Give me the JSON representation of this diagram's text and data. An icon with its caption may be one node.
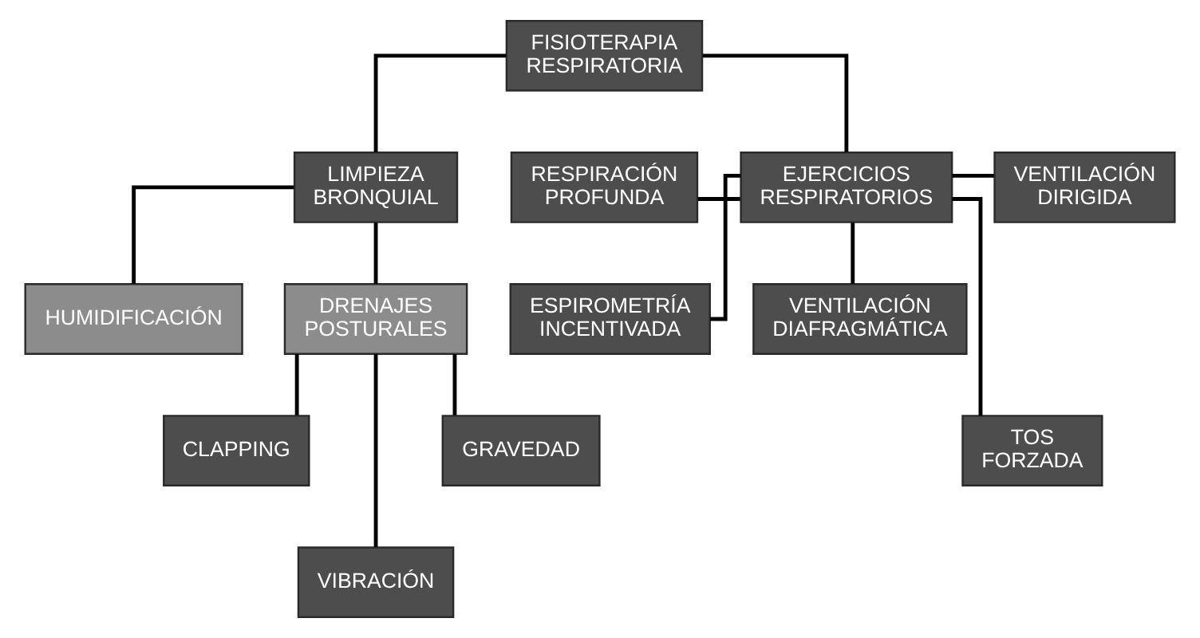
{
  "diagram": {
    "nodes": [
      {
        "text": [
          "FISIOTERAPIA RESPIRATORIA"
        ]
      },
      {
        "text": [
          "RESPIRACIÓN PROFUNDA"
        ]
      },
      {
        "text": [
          "EJERCICIOS RESPIRATORIOS"
        ]
      },
      {
        "text": [
          "VENTILACIÓN DIRIGIDA"
        ]
      },
      {
        "text": [
          "LIMPIEZA BRONQUIAL"
        ]
      },
      {
        "text": [
          "VENTILACIÓN DIAFRAGMÁTICA"
        ]
      },
      {
        "text": [
          "TOS FORZADA"
        ]
      },
      {
        "text": [
          "ESPIROMETRÍA INCENTIVADA"
        ]
      },
      {
        "text": [
          "HUMIDIFICACIÓN"
        ]
      },
      {
        "text": [
          "DRENAJES POSTURALES"
        ]
      },
      {
        "text": [
          "CLAPPING"
        ]
      },
      {
        "text": [
          "VIBRACIÓN"
        ]
      },
      {
        "text": [
          "GRAVEDAD"
        ]
      }
    ],
    "edges": [
      {
        "from": 0,
        "to": 2,
        "arrow": "none"
      },
      {
        "from": 0,
        "to": 4,
        "arrow": "none"
      },
      {
        "from": 2,
        "to": 1,
        "arrow": "none"
      },
      {
        "from": 2,
        "to": 3,
        "arrow": "none"
      },
      {
        "from": 2,
        "to": 5,
        "arrow": "none"
      },
      {
        "from": 2,
        "to": 6,
        "arrow": "none"
      },
      {
        "from": 2,
        "to": 7,
        "arrow": "none"
      },
      {
        "from": 4,
        "to": 8,
        "arrow": "none"
      },
      {
        "from": 4,
        "to": 9,
        "arrow": "none"
      },
      {
        "from": 9,
        "to": 10,
        "arrow": "none"
      },
      {
        "from": 9,
        "to": 11,
        "arrow": "none"
      },
      {
        "from": 9,
        "to": 12,
        "arrow": "none"
      }
    ]
  }
}
